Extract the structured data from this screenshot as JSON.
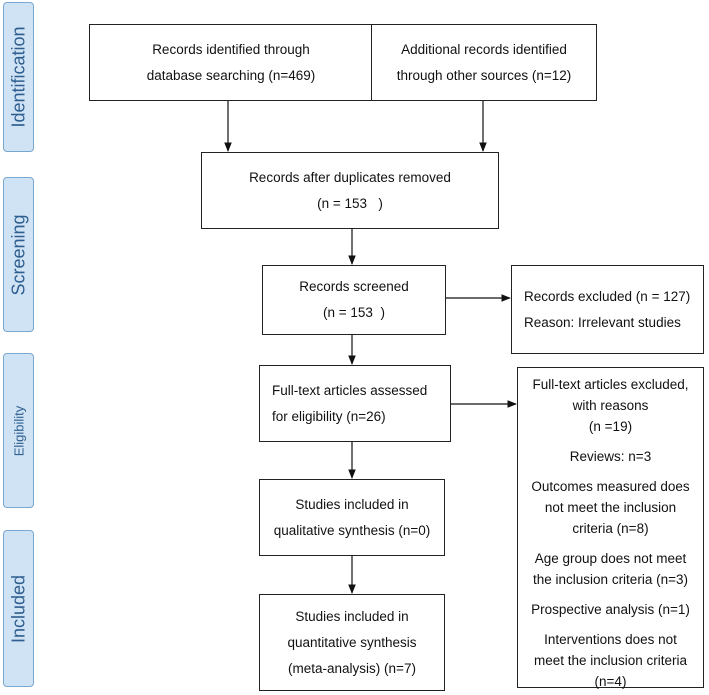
{
  "phases": {
    "identification": "Identification",
    "screening": "Screening",
    "eligibility": "Eligibility",
    "included": "Included"
  },
  "boxes": {
    "identified_db": [
      "Records identified through",
      "database searching (n=469)"
    ],
    "identified_other": [
      "Additional records identified",
      "through other sources (n=12)"
    ],
    "after_duplicates": [
      "Records after duplicates removed",
      "(n = 153   )"
    ],
    "screened": [
      "Records screened",
      "(n = 153  )"
    ],
    "excluded_records": [
      "Records excluded (n = 127)",
      "Reason: Irrelevant studies"
    ],
    "fulltext_assessed": [
      "Full-text articles assessed",
      "for eligibility (n=26)"
    ],
    "qualitative": [
      "Studies included in",
      "qualitative synthesis (n=0)"
    ],
    "quantitative": [
      "Studies included in",
      "quantitative synthesis",
      "(meta-analysis) (n=7)"
    ]
  },
  "fulltext_excluded": {
    "header": [
      "Full-text articles excluded,",
      "with reasons",
      "(n =19)"
    ],
    "reasons": [
      [
        "Reviews: n=3"
      ],
      [
        "Outcomes measured does",
        "not meet the inclusion",
        "criteria (n=8)"
      ],
      [
        "Age group does not meet",
        "the inclusion criteria (n=3)"
      ],
      [
        "Prospective analysis (n=1)"
      ],
      [
        "Interventions does not",
        "meet the inclusion criteria",
        "(n=4)"
      ]
    ]
  }
}
